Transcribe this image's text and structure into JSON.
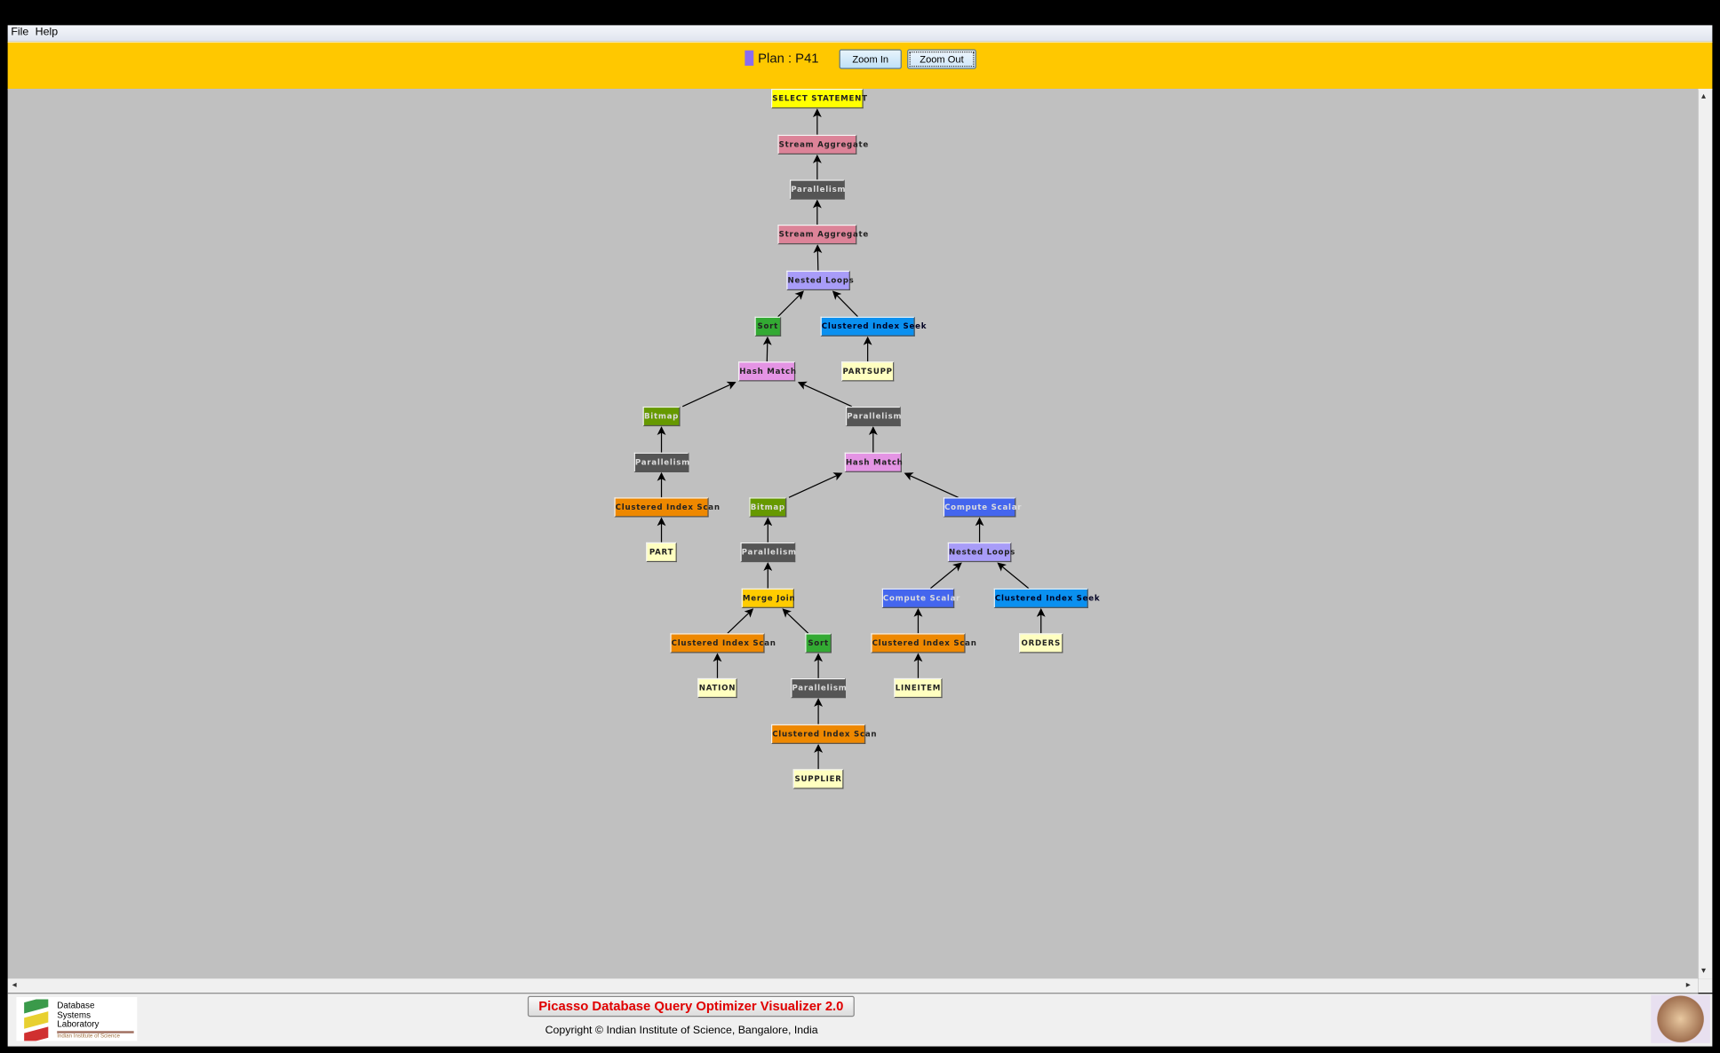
{
  "menu": {
    "items": [
      "File",
      "Help"
    ]
  },
  "toolbar": {
    "plan_label": "Plan : P41",
    "plan_color": "#8a6cf0",
    "zoom_in": "Zoom In",
    "zoom_out": "Zoom Out"
  },
  "node_colors": {
    "select": "#ffff00",
    "stream": "#dc8398",
    "parallel": "#555555",
    "nested": "#a89cf8",
    "sort": "#33aa33",
    "seek": "#0a90f0",
    "hash": "#e494e4",
    "table": "#ffffc0",
    "bitmap": "#669900",
    "scan": "#ee8800",
    "compute": "#4466ee",
    "merge": "#ffcc00"
  },
  "plan_tree": [
    {
      "id": 1,
      "label": "SELECT STATEMENT",
      "type": "select",
      "parent": null
    },
    {
      "id": 2,
      "label": "Stream Aggregate",
      "type": "stream",
      "parent": 1
    },
    {
      "id": 3,
      "label": "Parallelism",
      "type": "parallel",
      "parent": 2
    },
    {
      "id": 4,
      "label": "Stream Aggregate",
      "type": "stream",
      "parent": 3
    },
    {
      "id": 5,
      "label": "Nested Loops",
      "type": "nested",
      "parent": 4
    },
    {
      "id": 6,
      "label": "Sort",
      "type": "sort",
      "parent": 5
    },
    {
      "id": 7,
      "label": "Clustered Index Seek",
      "type": "seek",
      "parent": 5
    },
    {
      "id": 8,
      "label": "Hash Match",
      "type": "hash",
      "parent": 6
    },
    {
      "id": 9,
      "label": "PARTSUPP",
      "type": "table",
      "parent": 7
    },
    {
      "id": 10,
      "label": "Bitmap",
      "type": "bitmap",
      "parent": 8
    },
    {
      "id": 11,
      "label": "Parallelism",
      "type": "parallel",
      "parent": 8
    },
    {
      "id": 12,
      "label": "Parallelism",
      "type": "parallel",
      "parent": 10
    },
    {
      "id": 13,
      "label": "Hash Match",
      "type": "hash",
      "parent": 11
    },
    {
      "id": 14,
      "label": "Clustered Index Scan",
      "type": "scan",
      "parent": 12
    },
    {
      "id": 15,
      "label": "Bitmap",
      "type": "bitmap",
      "parent": 13
    },
    {
      "id": 16,
      "label": "Compute Scalar",
      "type": "compute",
      "parent": 13
    },
    {
      "id": 17,
      "label": "PART",
      "type": "table",
      "parent": 14
    },
    {
      "id": 18,
      "label": "Parallelism",
      "type": "parallel",
      "parent": 15
    },
    {
      "id": 19,
      "label": "Nested Loops",
      "type": "nested",
      "parent": 16
    },
    {
      "id": 20,
      "label": "Merge Join",
      "type": "merge",
      "parent": 18
    },
    {
      "id": 21,
      "label": "Compute Scalar",
      "type": "compute",
      "parent": 19
    },
    {
      "id": 22,
      "label": "Clustered Index Seek",
      "type": "seek",
      "parent": 19
    },
    {
      "id": 23,
      "label": "Clustered Index Scan",
      "type": "scan",
      "parent": 20
    },
    {
      "id": 24,
      "label": "Sort",
      "type": "sort",
      "parent": 20
    },
    {
      "id": 25,
      "label": "Clustered Index Scan",
      "type": "scan",
      "parent": 21
    },
    {
      "id": 26,
      "label": "ORDERS",
      "type": "table",
      "parent": 22
    },
    {
      "id": 27,
      "label": "NATION",
      "type": "table",
      "parent": 23
    },
    {
      "id": 28,
      "label": "Parallelism",
      "type": "parallel",
      "parent": 24
    },
    {
      "id": 29,
      "label": "LINEITEM",
      "type": "table",
      "parent": 25
    },
    {
      "id": 30,
      "label": "Clustered Index Scan",
      "type": "scan",
      "parent": 28
    },
    {
      "id": 31,
      "label": "SUPPLIER",
      "type": "table",
      "parent": 30
    }
  ],
  "footer": {
    "logo_text": "Database Systems Laboratory",
    "logo_line1": "Database",
    "logo_line2": "Systems",
    "logo_line3": "Laboratory",
    "logo_sub": "Indian Institute of Science",
    "title": "Picasso Database Query Optimizer Visualizer 2.0",
    "copyright": "Copyright © Indian Institute of Science, Bangalore, India"
  }
}
